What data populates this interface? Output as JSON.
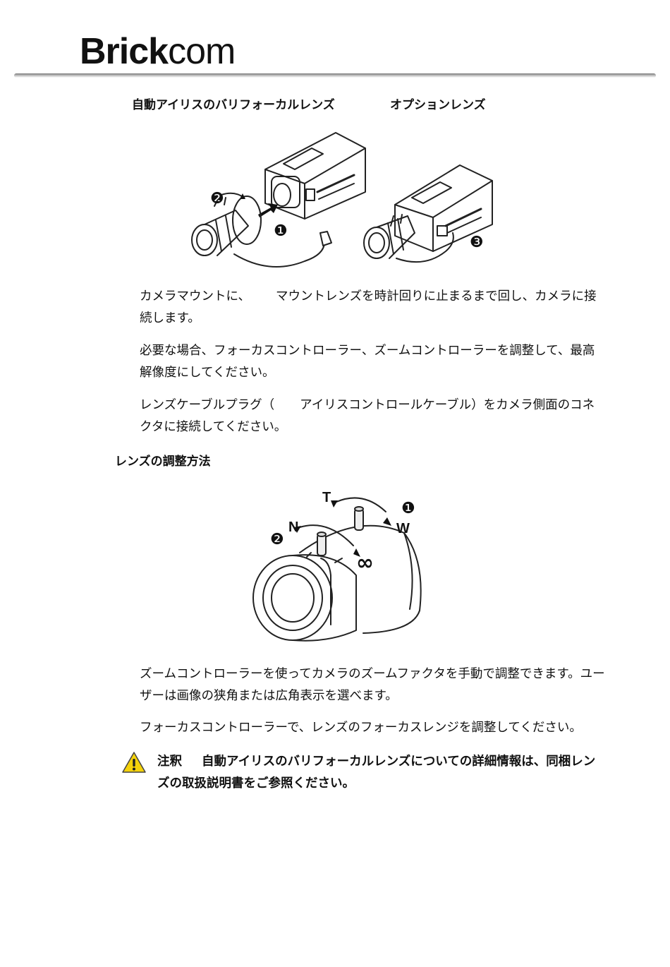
{
  "brand": {
    "name_bold": "Brick",
    "name_light": "com"
  },
  "figure1": {
    "caption_left": "自動アイリスのバリフォーカルレンズ",
    "caption_right": "オプションレンズ",
    "steps": [
      "❷",
      "❶",
      "❸"
    ]
  },
  "paragraphs": {
    "p1_a": "カメラマウントに、",
    "p1_b": "マウントレンズを時計回りに止まるまで回し、カメラに接続します。",
    "p2": "必要な場合、フォーカスコントローラー、ズームコントローラーを調整して、最高解像度にしてください。",
    "p3_a": "レンズケーブルプラグ（",
    "p3_b": "アイリスコントロールケーブル）をカメラ側面のコネクタに接続してください。"
  },
  "section": {
    "title": "レンズの調整方法"
  },
  "figure2": {
    "label_t": "T",
    "label_w": "W",
    "label_n": "N",
    "label_inf": "∞",
    "step_1": "❶",
    "step_2": "❷"
  },
  "paragraphs2": {
    "p4": "ズームコントローラーを使ってカメラのズームファクタを手動で調整できます。ユーザーは画像の狭角または広角表示を選べます。",
    "p5": "フォーカスコントローラーで、レンズのフォーカスレンジを調整してください。"
  },
  "note": {
    "label": "注釈",
    "text": "自動アイリスのバリフォーカルレンズについての詳細情報は、同梱レンズの取扱説明書をご参照ください。",
    "icon": "warning-icon",
    "icon_color": "#f5d20a"
  }
}
